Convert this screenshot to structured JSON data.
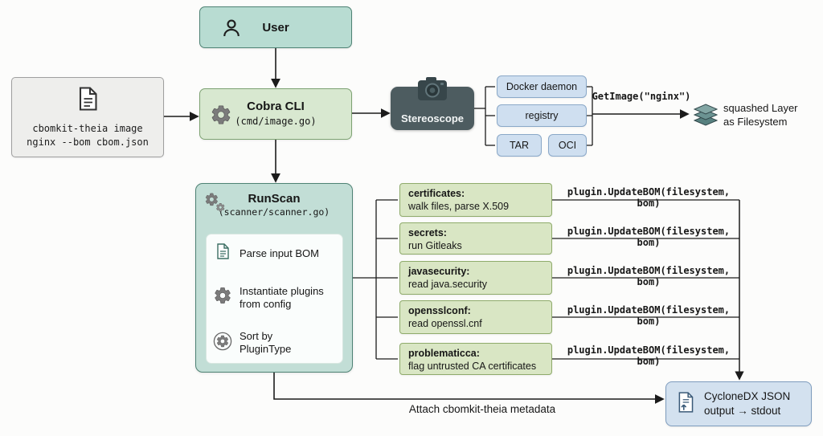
{
  "user_box": {
    "label": "User"
  },
  "command_box": {
    "line1": "cbomkit-theia image",
    "line2": "nginx --bom cbom.json"
  },
  "cobra_box": {
    "title": "Cobra CLI",
    "subtitle": "(cmd/image.go)"
  },
  "stereoscope_box": {
    "label": "Stereoscope"
  },
  "source_boxes": {
    "docker": "Docker daemon",
    "registry": "registry",
    "tar": "TAR",
    "oci": "OCI"
  },
  "getimage": {
    "label": "GetImage(\"nginx\")"
  },
  "squashed": {
    "line1": "squashed Layer",
    "line2": "as Filesystem"
  },
  "runscan_box": {
    "title": "RunScan",
    "subtitle": "(scanner/scanner.go)",
    "steps": [
      {
        "label": "Parse input BOM"
      },
      {
        "label": "Instantiate plugins from config"
      },
      {
        "label": "Sort by PluginType"
      }
    ]
  },
  "plugins": [
    {
      "name": "certificates:",
      "desc": "walk files, parse X.509"
    },
    {
      "name": "secrets:",
      "desc": "run Gitleaks"
    },
    {
      "name": "javasecurity:",
      "desc": "read java.security"
    },
    {
      "name": "opensslconf:",
      "desc": "read openssl.cnf"
    },
    {
      "name": "problematicca:",
      "desc": "flag untrusted CA certificates"
    }
  ],
  "update_bom_label": "plugin.UpdateBOM(filesystem, bom)",
  "attach_label": "Attach cbomkit-theia metadata",
  "output_box": {
    "line1": "CycloneDX JSON",
    "line2": "output → stdout"
  },
  "colors": {
    "teal_fill": "#c2ded6",
    "teal_border": "#4e8274",
    "green_fill": "#d9e6c4",
    "green_border": "#8fab6b",
    "blue_fill": "#cfdff0",
    "blue_border": "#8aa8c8",
    "dark_node": "#4d5c60",
    "line": "#1b1b1b"
  }
}
